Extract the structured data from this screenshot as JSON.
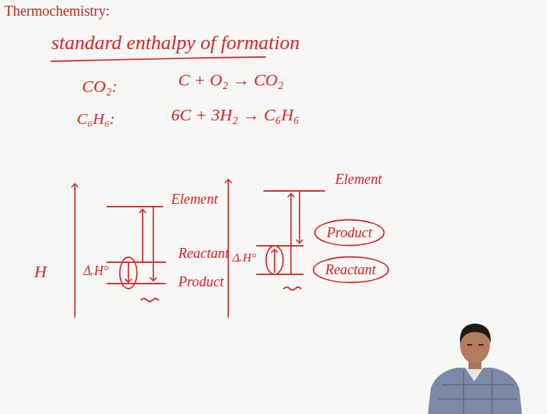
{
  "diagram": {
    "title": "Thermochemistry:",
    "nodes": [
      {
        "text": [
          "Product"
        ]
      },
      {
        "text": [
          "Reactant"
        ]
      }
    ],
    "labels": [
      "standard enthalpy of formation",
      "CO₂:",
      "C + O₂ → CO₂",
      "C₆H₆:",
      "6C + 3H₂ → C₆H₆",
      "Element",
      "Reactant",
      "Product",
      "H",
      "ΔᵣH°",
      "Element",
      "ΔᵣH°"
    ]
  }
}
